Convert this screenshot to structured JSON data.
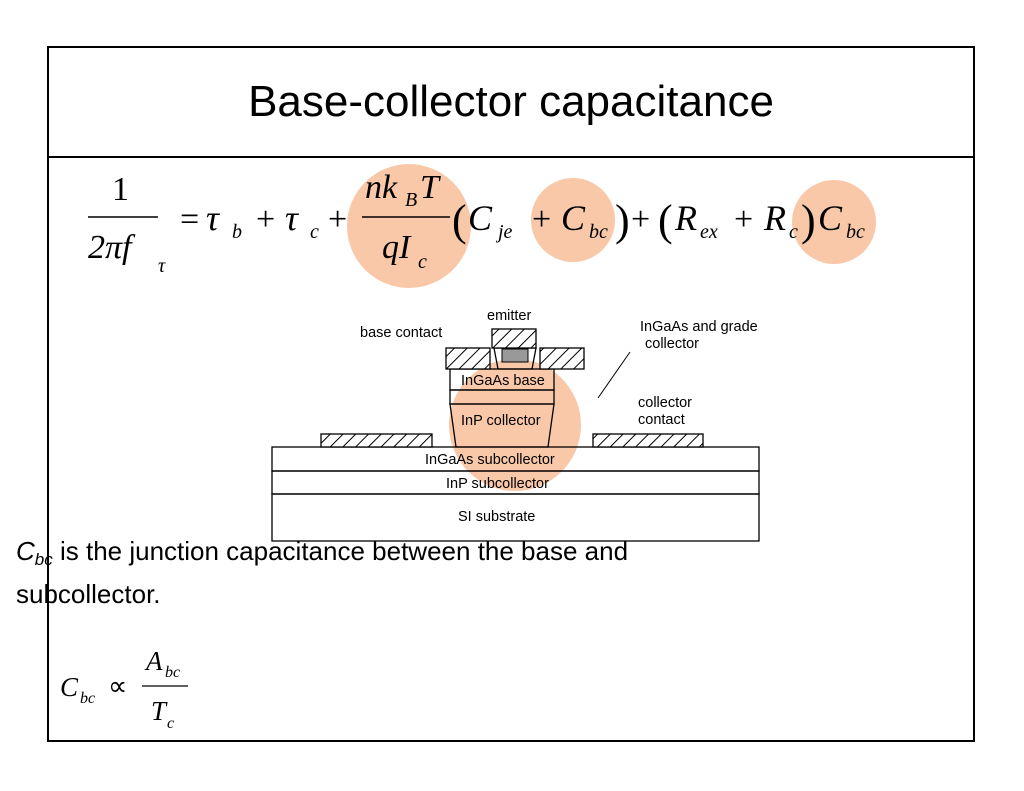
{
  "slide": {
    "title": "Base-collector capacitance"
  },
  "equation": {
    "lhs_num": "1",
    "lhs_den": "2πf",
    "lhs_den_sub": "τ",
    "eq": "=",
    "tau": "τ",
    "b": "b",
    "c": "c",
    "plus": "+",
    "frac_num_n": "nk",
    "frac_num_B": "B",
    "frac_num_T": "T",
    "frac_den_q": "qI",
    "frac_den_c": "c",
    "C": "C",
    "je": "je",
    "bc": "bc",
    "R": "R",
    "ex": "ex",
    "lparen": "(",
    "rparen": ")",
    "highlight_color": "#f9c8a8"
  },
  "diagram": {
    "labels": {
      "emitter": "emitter",
      "base_contact": "base contact",
      "ingaas_grade_1": "InGaAs and grade",
      "ingaas_grade_2": "collector",
      "collector_contact_1": "collector",
      "collector_contact_2": "contact",
      "ingaas_base": "InGaAs base",
      "inp_collector": "InP collector",
      "ingaas_subcollector": "InGaAs subcollector",
      "inp_subcollector": "InP subcollector",
      "si_substrate": "SI substrate"
    },
    "highlight_color": "#f9c8a8"
  },
  "text": {
    "cbc_C": "C",
    "cbc_sub": "bc",
    "description": " is the junction capacitance between the base and subcollector."
  },
  "proportional": {
    "C": "C",
    "bc": "bc",
    "prop": "∝",
    "A": "A",
    "A_sub": "bc",
    "T": "T",
    "T_sub": "c"
  }
}
